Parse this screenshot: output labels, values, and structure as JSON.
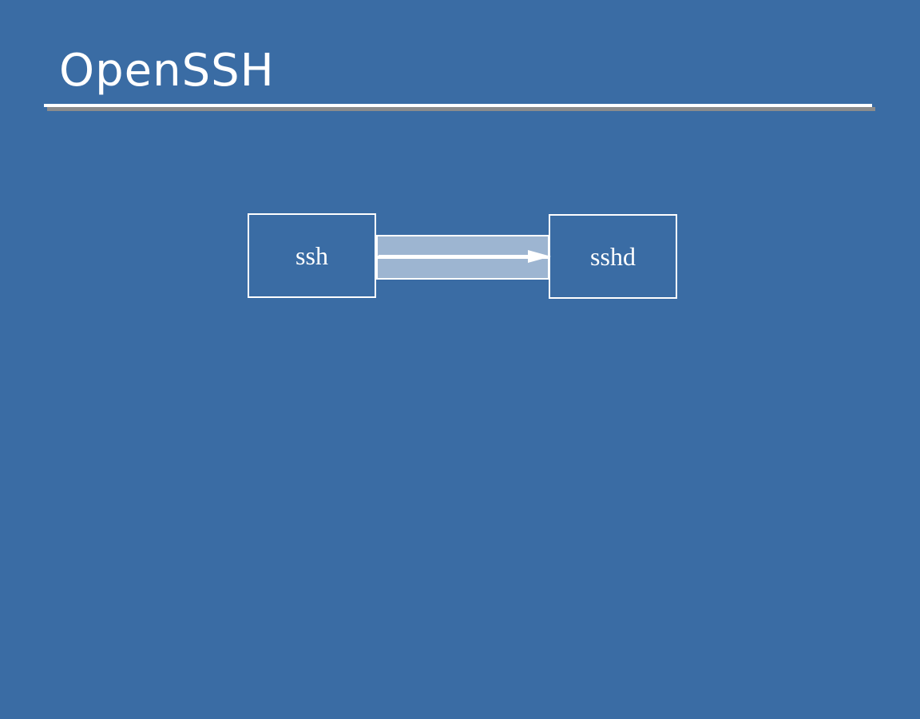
{
  "slide": {
    "title": "OpenSSH",
    "background_color": "#3a6ca4",
    "title_color": "#ffffff",
    "rule_color": "#ffffff",
    "rule_shadow_color": "#8c8c8c"
  },
  "diagram": {
    "nodes": [
      {
        "id": "ssh",
        "label": "ssh"
      },
      {
        "id": "sshd",
        "label": "sshd"
      }
    ],
    "connection": {
      "from": "ssh",
      "to": "sshd",
      "direction": "right",
      "channel_color": "#9db5d1",
      "arrow_color": "#ffffff"
    }
  }
}
